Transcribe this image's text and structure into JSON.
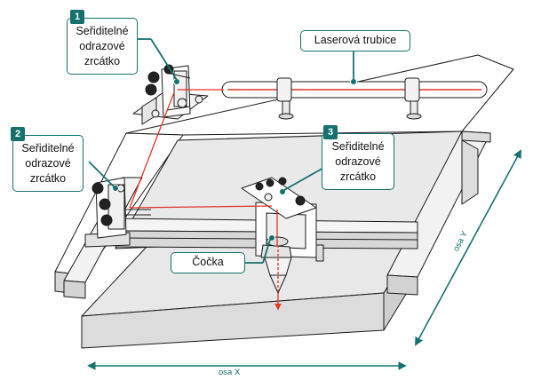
{
  "callouts": {
    "mirror1": {
      "number": "1",
      "lines": [
        "Seřiditelné",
        "odrazové",
        "zrcátko"
      ]
    },
    "mirror2": {
      "number": "2",
      "lines": [
        "Seřiditelné",
        "odrazové",
        "zrcátko"
      ]
    },
    "mirror3": {
      "number": "3",
      "lines": [
        "Seřiditelné",
        "odrazové",
        "zrcátko"
      ]
    },
    "tube": {
      "text": "Laserová trubice"
    },
    "lens": {
      "text": "Čočka"
    }
  },
  "axes": {
    "x": {
      "label": "osa X"
    },
    "y": {
      "label": "osa Y"
    }
  },
  "colors": {
    "accent": "#16706e",
    "beam": "#e0332a",
    "outline": "#1a1a1a",
    "table_top": "#e6e6e6",
    "table_side": "#d2d2d2"
  }
}
